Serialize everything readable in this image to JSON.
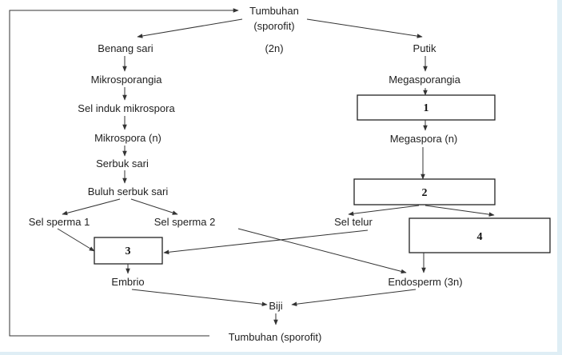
{
  "nodes": {
    "tumbuhan_top": "Tumbuhan",
    "sporofit_top": "(sporofit)",
    "ploidy_2n": "(2n)",
    "benang_sari": "Benang sari",
    "putik": "Putik",
    "mikrosporangia": "Mikrosporangia",
    "megasporangia": "Megasporangia",
    "sel_induk_mikrospora": "Sel induk mikrospora",
    "mikrospora": "Mikrospora (n)",
    "megaspora": "Megaspora (n)",
    "serbuk_sari": "Serbuk sari",
    "buluh_serbuk_sari": "Buluh serbuk sari",
    "sel_sperma_1": "Sel sperma 1",
    "sel_sperma_2": "Sel sperma 2",
    "sel_telur": "Sel telur",
    "embrio": "Embrio",
    "endosperm": "Endosperm (3n)",
    "biji": "Biji",
    "tumbuhan_bottom": "Tumbuhan (sporofit)"
  },
  "boxes": {
    "box_1": "1",
    "box_2": "2",
    "box_3": "3",
    "box_4": "4"
  }
}
